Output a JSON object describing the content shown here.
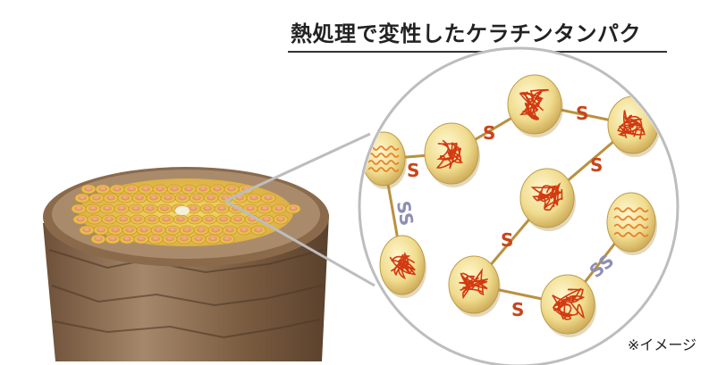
{
  "title": "熱処理で変性したケラチンタンパク",
  "note": "※イメージ",
  "bond_labels": {
    "disulfide_broken": "S",
    "disulfide_intact": "SS"
  },
  "colors": {
    "cortex_bead": "#f0dc8e",
    "protein_coil": "#d23a10",
    "s_label": "#c8451a",
    "ss_label": "#8e8fb2",
    "cuticle": "#8b6a4c",
    "magnifier_ring": "#bdbdbd"
  }
}
